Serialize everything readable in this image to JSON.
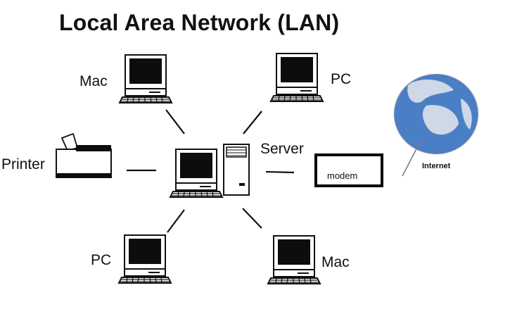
{
  "diagram": {
    "title": "Local Area Network (LAN)",
    "nodes": {
      "mac_top": "Mac",
      "pc_top": "PC",
      "printer": "Printer",
      "server": "Server",
      "modem": "modem",
      "internet": "Internet",
      "pc_bottom": "PC",
      "mac_bottom": "Mac"
    }
  },
  "colors": {
    "line": "#111111",
    "screen": "#0d0d0d",
    "globe_ocean": "#4a7fc6",
    "globe_land": "#cfd8e6",
    "paper": "#ffffff"
  },
  "icons": [
    "desktop-computer-icon",
    "printer-icon",
    "server-tower-icon",
    "globe-icon"
  ]
}
